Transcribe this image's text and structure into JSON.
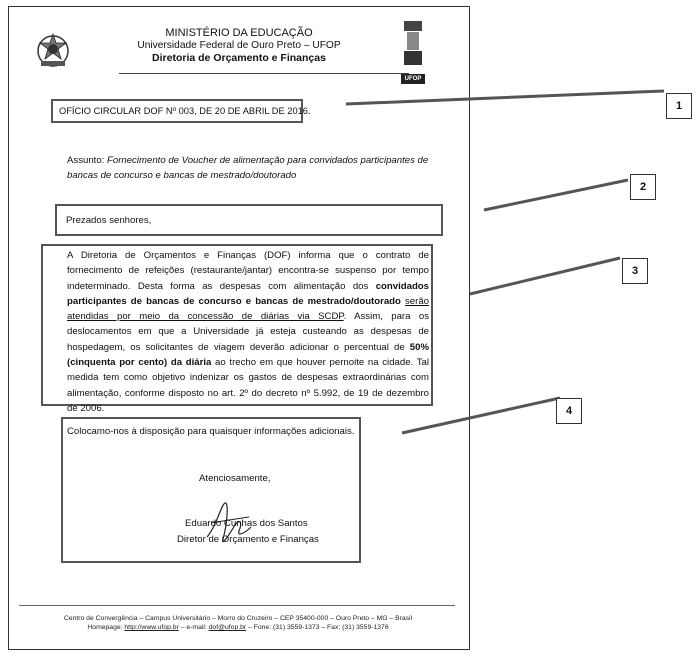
{
  "header": {
    "ministry": "MINISTÉRIO DA EDUCAÇÃO",
    "university": "Universidade Federal de Ouro Preto – UFOP",
    "directorate": "Diretoria de Orçamento e Finanças",
    "logo_text": "UFOP"
  },
  "oficio": "OFÍCIO CIRCULAR DOF Nº 003, DE 20 DE ABRIL DE 2016.",
  "assunto": {
    "label": "Assunto: ",
    "line1": "Fornecimento de Voucher de alimentação para convidados participantes de",
    "line2": "bancas de concurso e bancas de mestrado/doutorado"
  },
  "salutation": "Prezados senhores,",
  "body": {
    "p1": "A Diretoria de Orçamentos e Finanças (DOF) informa que o contrato de fornecimento de refeições (restaurante/jantar) encontra-se suspenso por tempo indeterminado. Desta forma as despesas com alimentação dos ",
    "p1_bold": "convidados participantes de bancas de concurso e bancas de mestrado/doutorado",
    "p1_space": " ",
    "p1_underline": "serão atendidas por meio da concessão de diárias via SCDP",
    "p2": ". Assim, para os deslocamentos em que a Universidade já esteja custeando as despesas de hospedagem, os solicitantes de viagem deverão adicionar o percentual de ",
    "p2_bold": "50% (cinquenta por cento) da diária",
    "p3": " ao trecho em que houver pernoite na cidade. Tal medida tem como objetivo indenizar os gastos de despesas extraordinárias com alimentação, conforme disposto no art. 2º do decreto nº 5.992, de 19 de dezembro de 2006."
  },
  "closing": {
    "available": "Colocamo-nos à disposição para quaisquer informações adicionais.",
    "regards": "Atenciosamente,",
    "name": "Eduardo Cunhas dos Santos",
    "title": "Diretor de Orçamento e Finanças"
  },
  "footer": {
    "line1": "Centro de Convergência – Campus Universitário – Morro do Cruzeiro – CEP 35400-000 – Ouro Preto – MG – Brasil",
    "homepage_label": "Homepage: ",
    "homepage": "http://www.ufop.br",
    "email_label": " – e-mail: ",
    "email": "dof@ufop.br",
    "phones": " – Fone: (31) 3559-1373 – Fax: (31) 3559-1376"
  },
  "callouts": [
    "1",
    "2",
    "3",
    "4"
  ]
}
